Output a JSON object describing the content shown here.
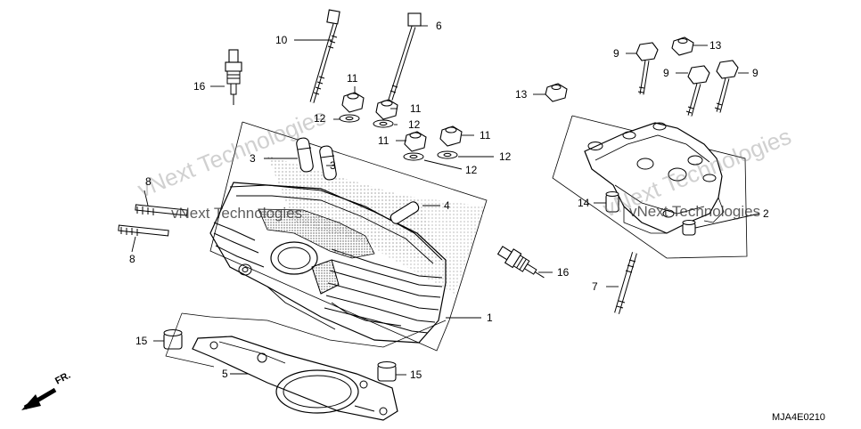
{
  "callouts": {
    "c1": "1",
    "c2": "2",
    "c3a": "3",
    "c3b": "3",
    "c4": "4",
    "c5": "5",
    "c6": "6",
    "c7": "7",
    "c8a": "8",
    "c8b": "8",
    "c9a": "9",
    "c9b": "9",
    "c9c": "9",
    "c10": "10",
    "c11a": "11",
    "c11b": "11",
    "c11c": "11",
    "c11d": "11",
    "c12a": "12",
    "c12b": "12",
    "c12c": "12",
    "c12d": "12",
    "c13a": "13",
    "c13b": "13",
    "c14": "14",
    "c15a": "15",
    "c15b": "15",
    "c16a": "16",
    "c16b": "16"
  },
  "watermark": {
    "inline": "vNext Technologies",
    "diagonal": "vNext Technologies"
  },
  "direction": {
    "front": "FR."
  },
  "diagram_code": "MJA4E0210",
  "colors": {
    "line": "#000000",
    "stipple": "#9a9a9a",
    "watermark": "#808080"
  }
}
